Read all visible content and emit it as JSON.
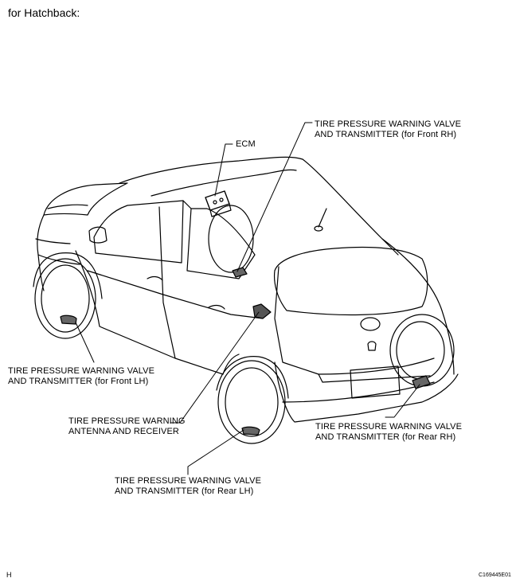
{
  "title": "for Hatchback:",
  "labels": {
    "ecm": "ECM",
    "front_rh": [
      "TIRE PRESSURE WARNING VALVE",
      "AND TRANSMITTER (for Front RH)"
    ],
    "front_lh": [
      "TIRE PRESSURE WARNING VALVE",
      "AND TRANSMITTER (for Front LH)"
    ],
    "antenna": [
      "TIRE PRESSURE WARNING",
      "ANTENNA AND RECEIVER"
    ],
    "rear_rh": [
      "TIRE PRESSURE WARNING VALVE",
      "AND TRANSMITTER (for Rear RH)"
    ],
    "rear_lh": [
      "TIRE PRESSURE WARNING VALVE",
      "AND TRANSMITTER (for Rear LH)"
    ]
  },
  "footer": {
    "left": "H",
    "right": "C169445E01"
  }
}
